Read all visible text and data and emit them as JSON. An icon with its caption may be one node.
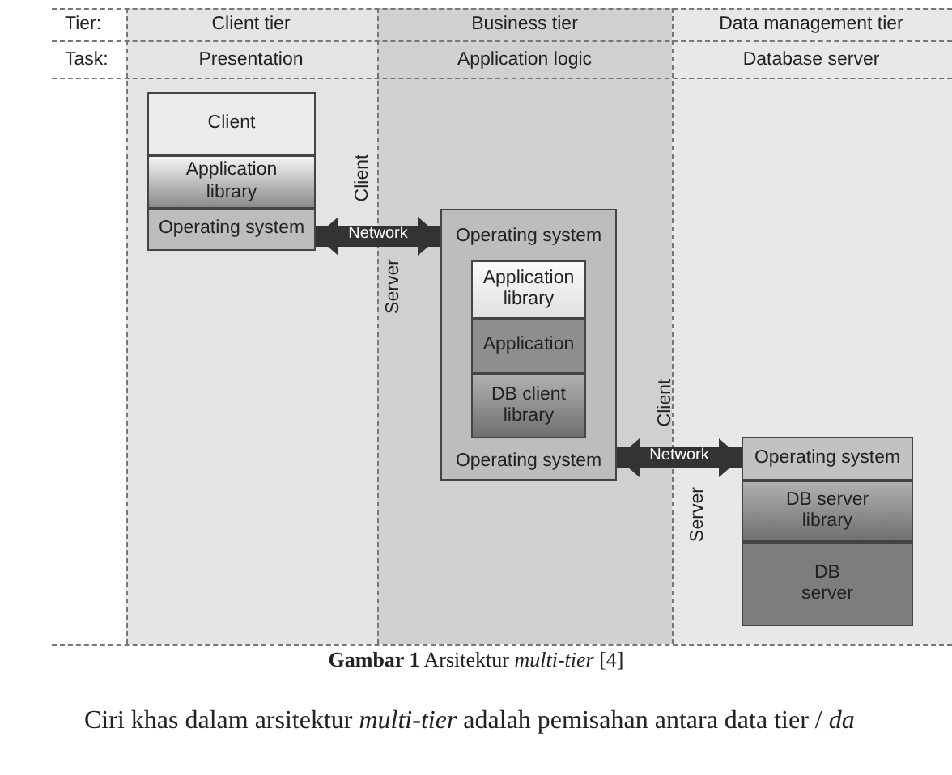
{
  "diagram": {
    "caption": "**Gambar 1** Arsitektur *multi-tier* [4]",
    "nodes": [
      {
        "text": [
          "Client"
        ]
      },
      {
        "text": [
          "Application library"
        ]
      },
      {
        "text": [
          "Operating system"
        ]
      },
      {
        "text": [
          "Operating system",
          "Operating system"
        ]
      },
      {
        "text": [
          "Application library"
        ],
        "in": 3
      },
      {
        "text": [
          "Application"
        ],
        "in": 3
      },
      {
        "text": [
          "DB client library"
        ],
        "in": 3
      },
      {
        "text": [
          "Operating system"
        ]
      },
      {
        "text": [
          "DB server library"
        ]
      },
      {
        "text": [
          "DB server"
        ]
      }
    ],
    "edges": [
      {
        "from": 2,
        "to": 3,
        "arrow": "both",
        "label": "Network"
      },
      {
        "from": 3,
        "to": 7,
        "arrow": "both",
        "label": "Network"
      }
    ],
    "labels": [
      "Tier:",
      "Client tier",
      "Business tier",
      "Data management tier",
      "Task:",
      "Presentation",
      "Application logic",
      "Database server",
      "Client",
      "Server",
      "Client",
      "Server",
      "Ciri khas dalam arsitektur *multi-tier* adalah pemisahan antara data tier / *da*"
    ]
  }
}
